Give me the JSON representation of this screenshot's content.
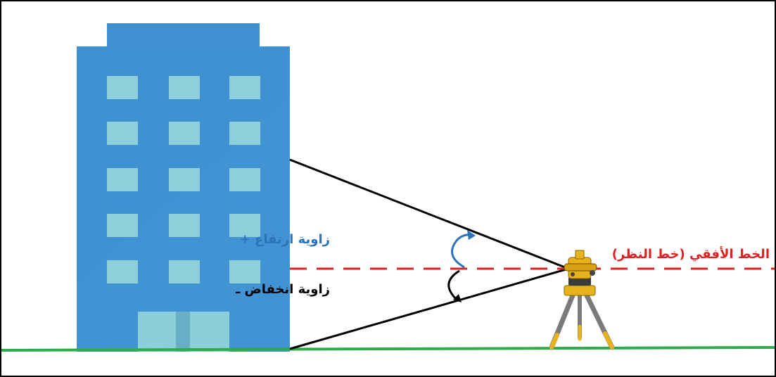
{
  "labels": {
    "elevation_angle": "زاوية ارتفاع  +",
    "depression_angle": "زاوية انخفاض  ـ",
    "horizontal_line": "الخط الأفقي (خط النظر)"
  },
  "colors": {
    "building": "#4193d4",
    "building_top": "#4090d1",
    "windows": "#8ecfdc",
    "door": "#8dcedb",
    "ground": "#2eab4a",
    "horizontal_line": "#e02020",
    "elevation_text": "#2b73b8",
    "depression_text": "#000000",
    "sight_lines": "#000000",
    "instrument": "#e8b21c",
    "tripod": "#8a8a8a"
  },
  "icons": [
    "building-icon",
    "theodolite-icon"
  ]
}
